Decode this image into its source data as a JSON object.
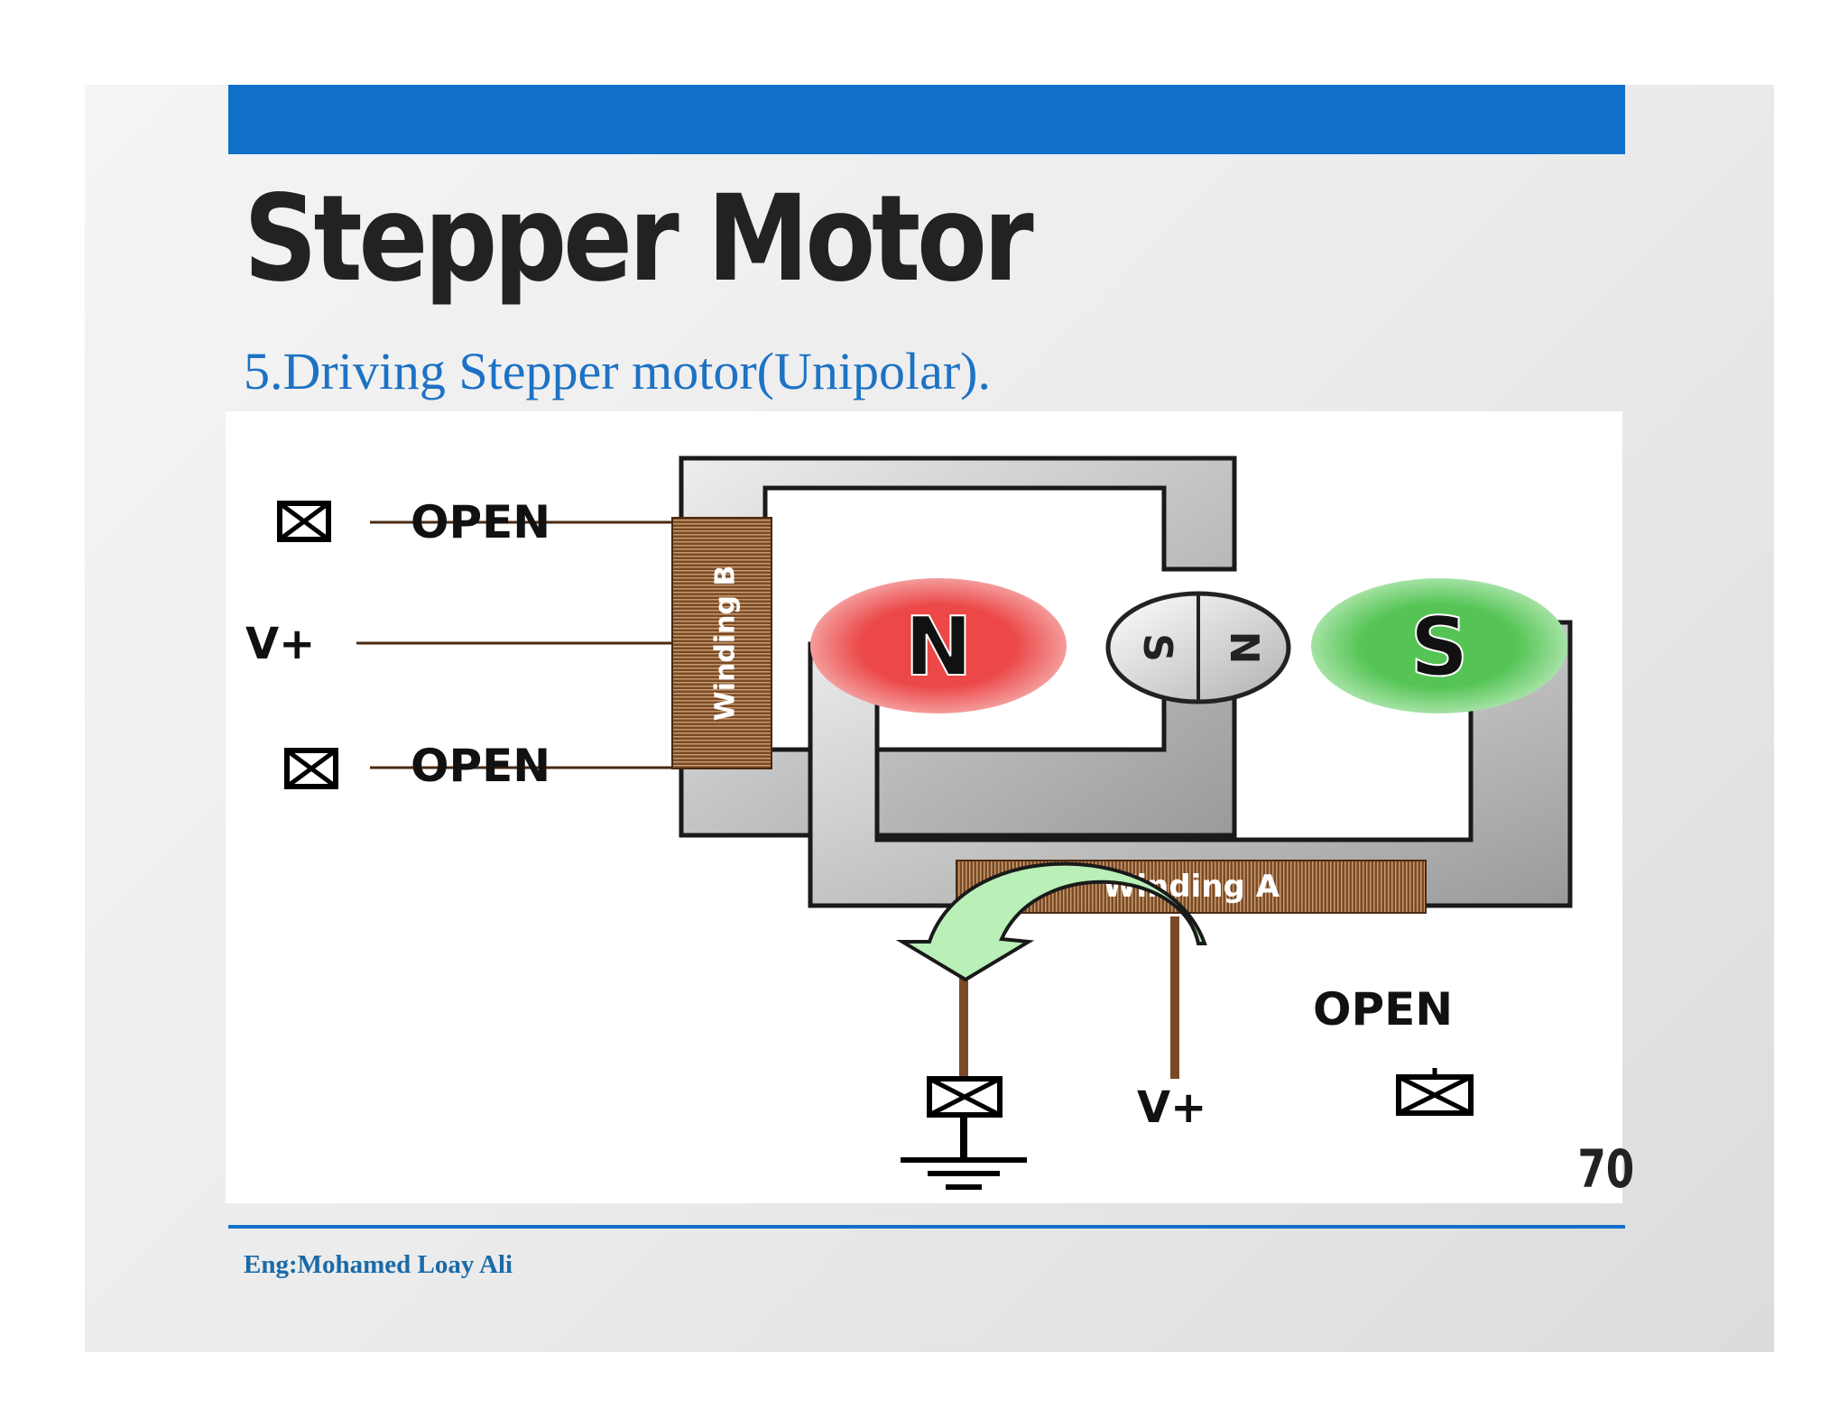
{
  "slide": {
    "title": "Stepper Motor",
    "subtitle": "5.Driving Stepper motor(Unipolar).",
    "page_number": "70",
    "footer": "Eng:Mohamed Loay Ali"
  },
  "diagram": {
    "labels": {
      "open_top": "OPEN",
      "open_middle": "OPEN",
      "open_right": "OPEN",
      "vplus_left": "V+",
      "vplus_bottom": "V+",
      "winding_b": "Winding B",
      "winding_a": "Winding A",
      "north": "N",
      "south": "S",
      "rotor_north": "N",
      "rotor_south": "S"
    },
    "colors": {
      "accent_blue": "#1170c8",
      "north_pole": "#e84a4a",
      "south_pole": "#55c455",
      "winding": "#7a4a28",
      "core": "#b5b5b5",
      "arrow": "#b8f0b8"
    }
  }
}
